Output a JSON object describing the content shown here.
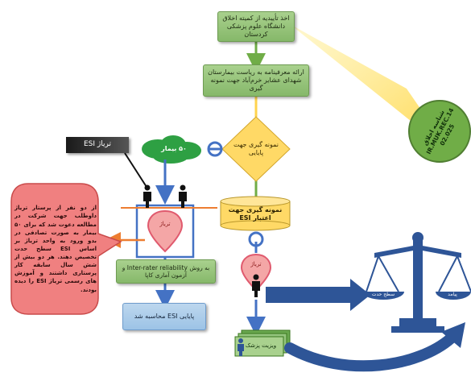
{
  "boxes": {
    "ethics_approval": "اخذ تأییدیه از کمیته اخلاق دانشگاه علوم پزشکی کردستان",
    "hospital_intro": "ارائه معرفینامه به ریاست بیمارستان شهدای عشایر خرم‌آباد جهت نمونه گیری",
    "reliability_sampling": "نمونه گیری جهت پایایی",
    "validity_sampling": "نمونه گیری جهت اعتبار ESI",
    "inter_rater": "به روش Inter-rater reliability و آزمون آماری کاپا",
    "reliability_calc": "پایایی ESI محاسبه شد",
    "physician_visit": "ویزیت پزشک"
  },
  "labels": {
    "patients_count": "۵۰ بیمار",
    "esi_triage": "تریاژ ESI",
    "triage_pin_left": "تریاژ",
    "triage_pin_right": "تریاژ",
    "ethics_code": "شناسه اخلاق IR.MUK.REC.14 02.025",
    "scale_left": "سطح حدت",
    "scale_right": "پیامد"
  },
  "callout": {
    "text": "از دو نفر از پرستار تریاژ داوطلب جهت شرکت در مطالعه دعوت شد که برای ۵۰ بیمار به صورت تصادفی در بدو ورود به واحد تریاژ بر اساس ESI سطح حدت تخصیص دهند. هر دو بیش از شش سال سابقه کار پرستاری داشتند و آموزش های رسمی تریاژ ESI را دیده بودند."
  },
  "colors": {
    "green_box": "#a9d18e",
    "blue_box": "#9dc3e6",
    "diamond": "#ffd966",
    "cylinder": "#ffd966",
    "cone": "#ffd84d",
    "callout": "#f08080",
    "scale": "#2e5597",
    "arrow_green": "#70ad47",
    "arrow_yellow": "#ffd34d",
    "arrow_blue": "#4472c4",
    "arrow_orange": "#ed7d31"
  }
}
